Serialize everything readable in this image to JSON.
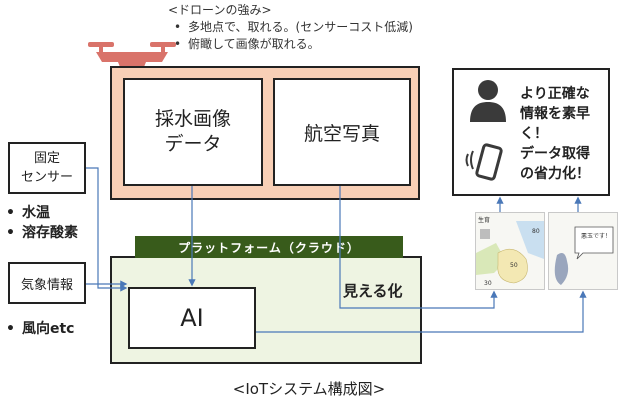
{
  "drone_notes": {
    "heading": "<ドローンの強み>",
    "items": [
      "多地点で、取れる。(センサーコスト低減)",
      "俯瞰して画像が取れる。"
    ]
  },
  "cards": {
    "water_line1": "採水画像",
    "water_line2": "データ",
    "aerial": "航空写真"
  },
  "platform": {
    "label": "プラットフォーム（クラウド）"
  },
  "ai": {
    "label": "AI"
  },
  "visualize": {
    "label": "見える化"
  },
  "sensor": {
    "line1": "固定",
    "line2": "センサー",
    "bullets": [
      "水温",
      "溶存酸素"
    ]
  },
  "weather": {
    "label": "気象情報",
    "bullets": [
      "風向etc"
    ]
  },
  "result": {
    "lines": [
      "より正確な",
      "情報を素早",
      "く！",
      "データ取得",
      "の省力化！"
    ]
  },
  "map1": {
    "title": "生育",
    "labels": [
      "80",
      "50",
      "30"
    ]
  },
  "map2": {
    "bubble": "悪玉です！"
  },
  "caption": "<IoTシステム構成図>",
  "colors": {
    "orange_panel": "#f8cfb6",
    "green_panel": "#eef4e2",
    "platform_bar": "#385b1b",
    "drone": "#d9736a",
    "arrow": "#4a78b8"
  },
  "icons": [
    "drone-icon",
    "person-icon",
    "smartphone-icon",
    "vibration-icon"
  ]
}
